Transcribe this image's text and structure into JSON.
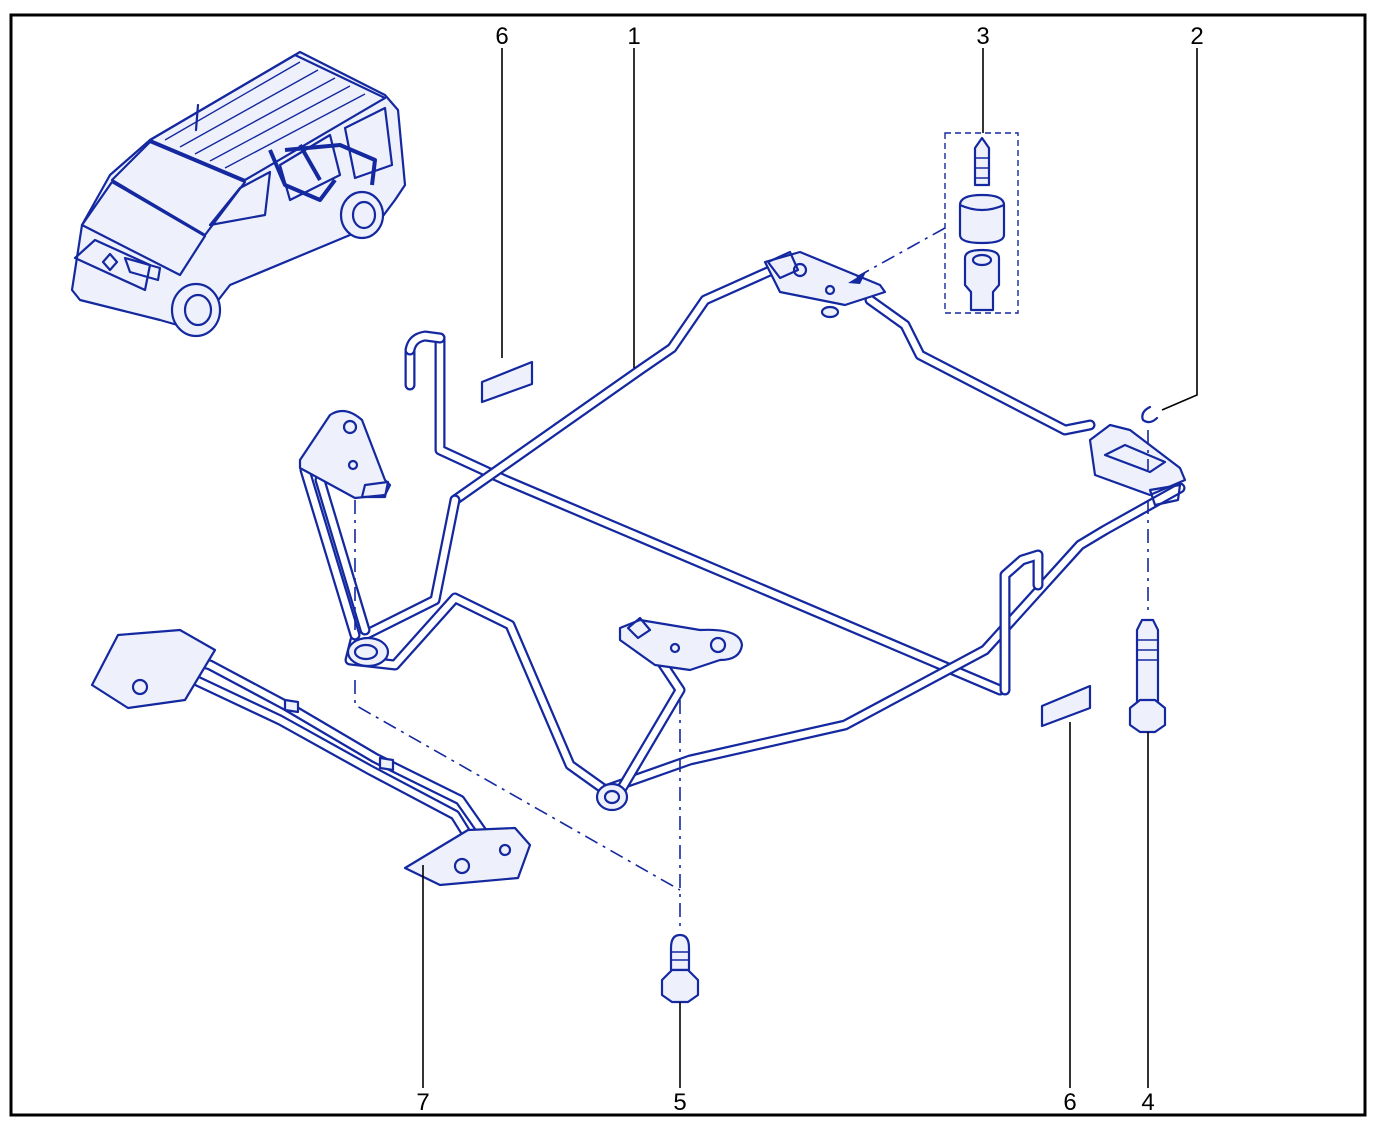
{
  "callouts": [
    {
      "id": "c6a",
      "text": "6"
    },
    {
      "id": "c1",
      "text": "1"
    },
    {
      "id": "c3",
      "text": "3"
    },
    {
      "id": "c2",
      "text": "2"
    },
    {
      "id": "c7",
      "text": "7"
    },
    {
      "id": "c5",
      "text": "5"
    },
    {
      "id": "c6b",
      "text": "6"
    },
    {
      "id": "c4",
      "text": "4"
    }
  ],
  "colors": {
    "line_art": "#1428a0",
    "frame": "#000000",
    "background": "#ffffff"
  }
}
